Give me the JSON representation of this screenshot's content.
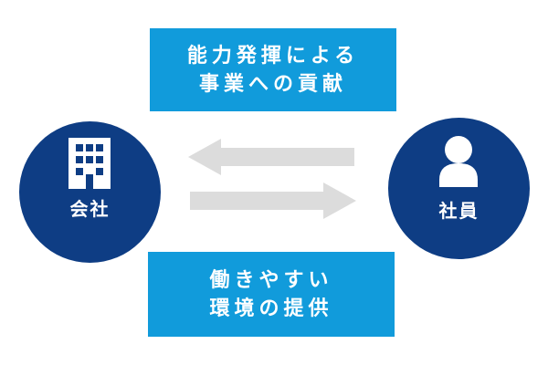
{
  "top_box": {
    "line1": "能力発揮による",
    "line2": "事業への貢献"
  },
  "bottom_box": {
    "line1": "働きやすい",
    "line2": "環境の提供"
  },
  "company": {
    "label": "会社",
    "icon": "building-icon"
  },
  "employee": {
    "label": "社員",
    "icon": "person-icon"
  },
  "colors": {
    "box": "#119bdb",
    "circle": "#0e3d84",
    "arrow": "#dcdcdc"
  }
}
